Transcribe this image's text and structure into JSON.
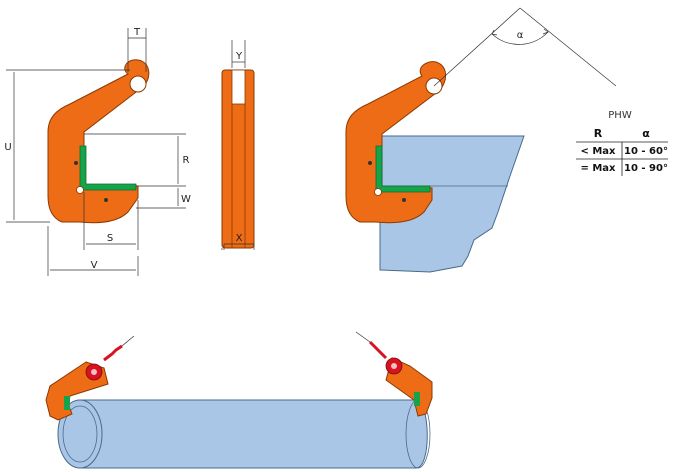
{
  "dimensions": {
    "T": "T",
    "Y": "Y",
    "U": "U",
    "R": "R",
    "W": "W",
    "S": "S",
    "V": "V",
    "X": "X"
  },
  "angle": {
    "label": "α"
  },
  "table": {
    "title": "PHW",
    "headers": [
      "R",
      "α"
    ],
    "rows": [
      [
        "< Max",
        "10 - 60°"
      ],
      [
        "= Max",
        "10 - 90°"
      ]
    ]
  },
  "colors": {
    "clamp_orange": "#ef6c16",
    "clamp_outline": "#8a3a00",
    "pad_green": "#16a34a",
    "load_blue": "#a9c6e6",
    "chain_red": "#d8121f"
  },
  "icons": {
    "pivot": "pivot-dot-icon",
    "shackle": "shackle-icon",
    "chain": "chain-link-icon"
  }
}
